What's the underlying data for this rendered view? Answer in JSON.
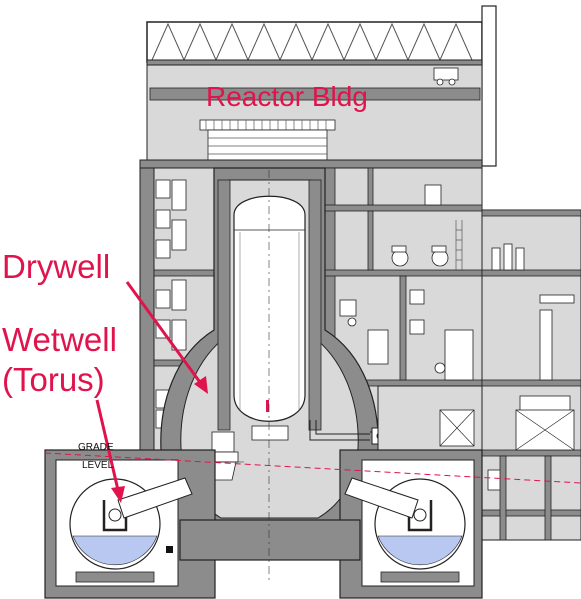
{
  "labels": {
    "reactor_bldg": "Reactor Bldg",
    "drywell": "Drywell",
    "wetwell_line1": "Wetwell",
    "wetwell_line2": "(Torus)",
    "grade_line1": "GRADE",
    "grade_line2": "LEVEL"
  },
  "colors": {
    "label_red": "#e0144c",
    "concrete": "#8c8c8c",
    "interior": "#d9d9d9",
    "water": "#b8c8f0",
    "line": "#222222",
    "grade_line": "#e0144c"
  }
}
